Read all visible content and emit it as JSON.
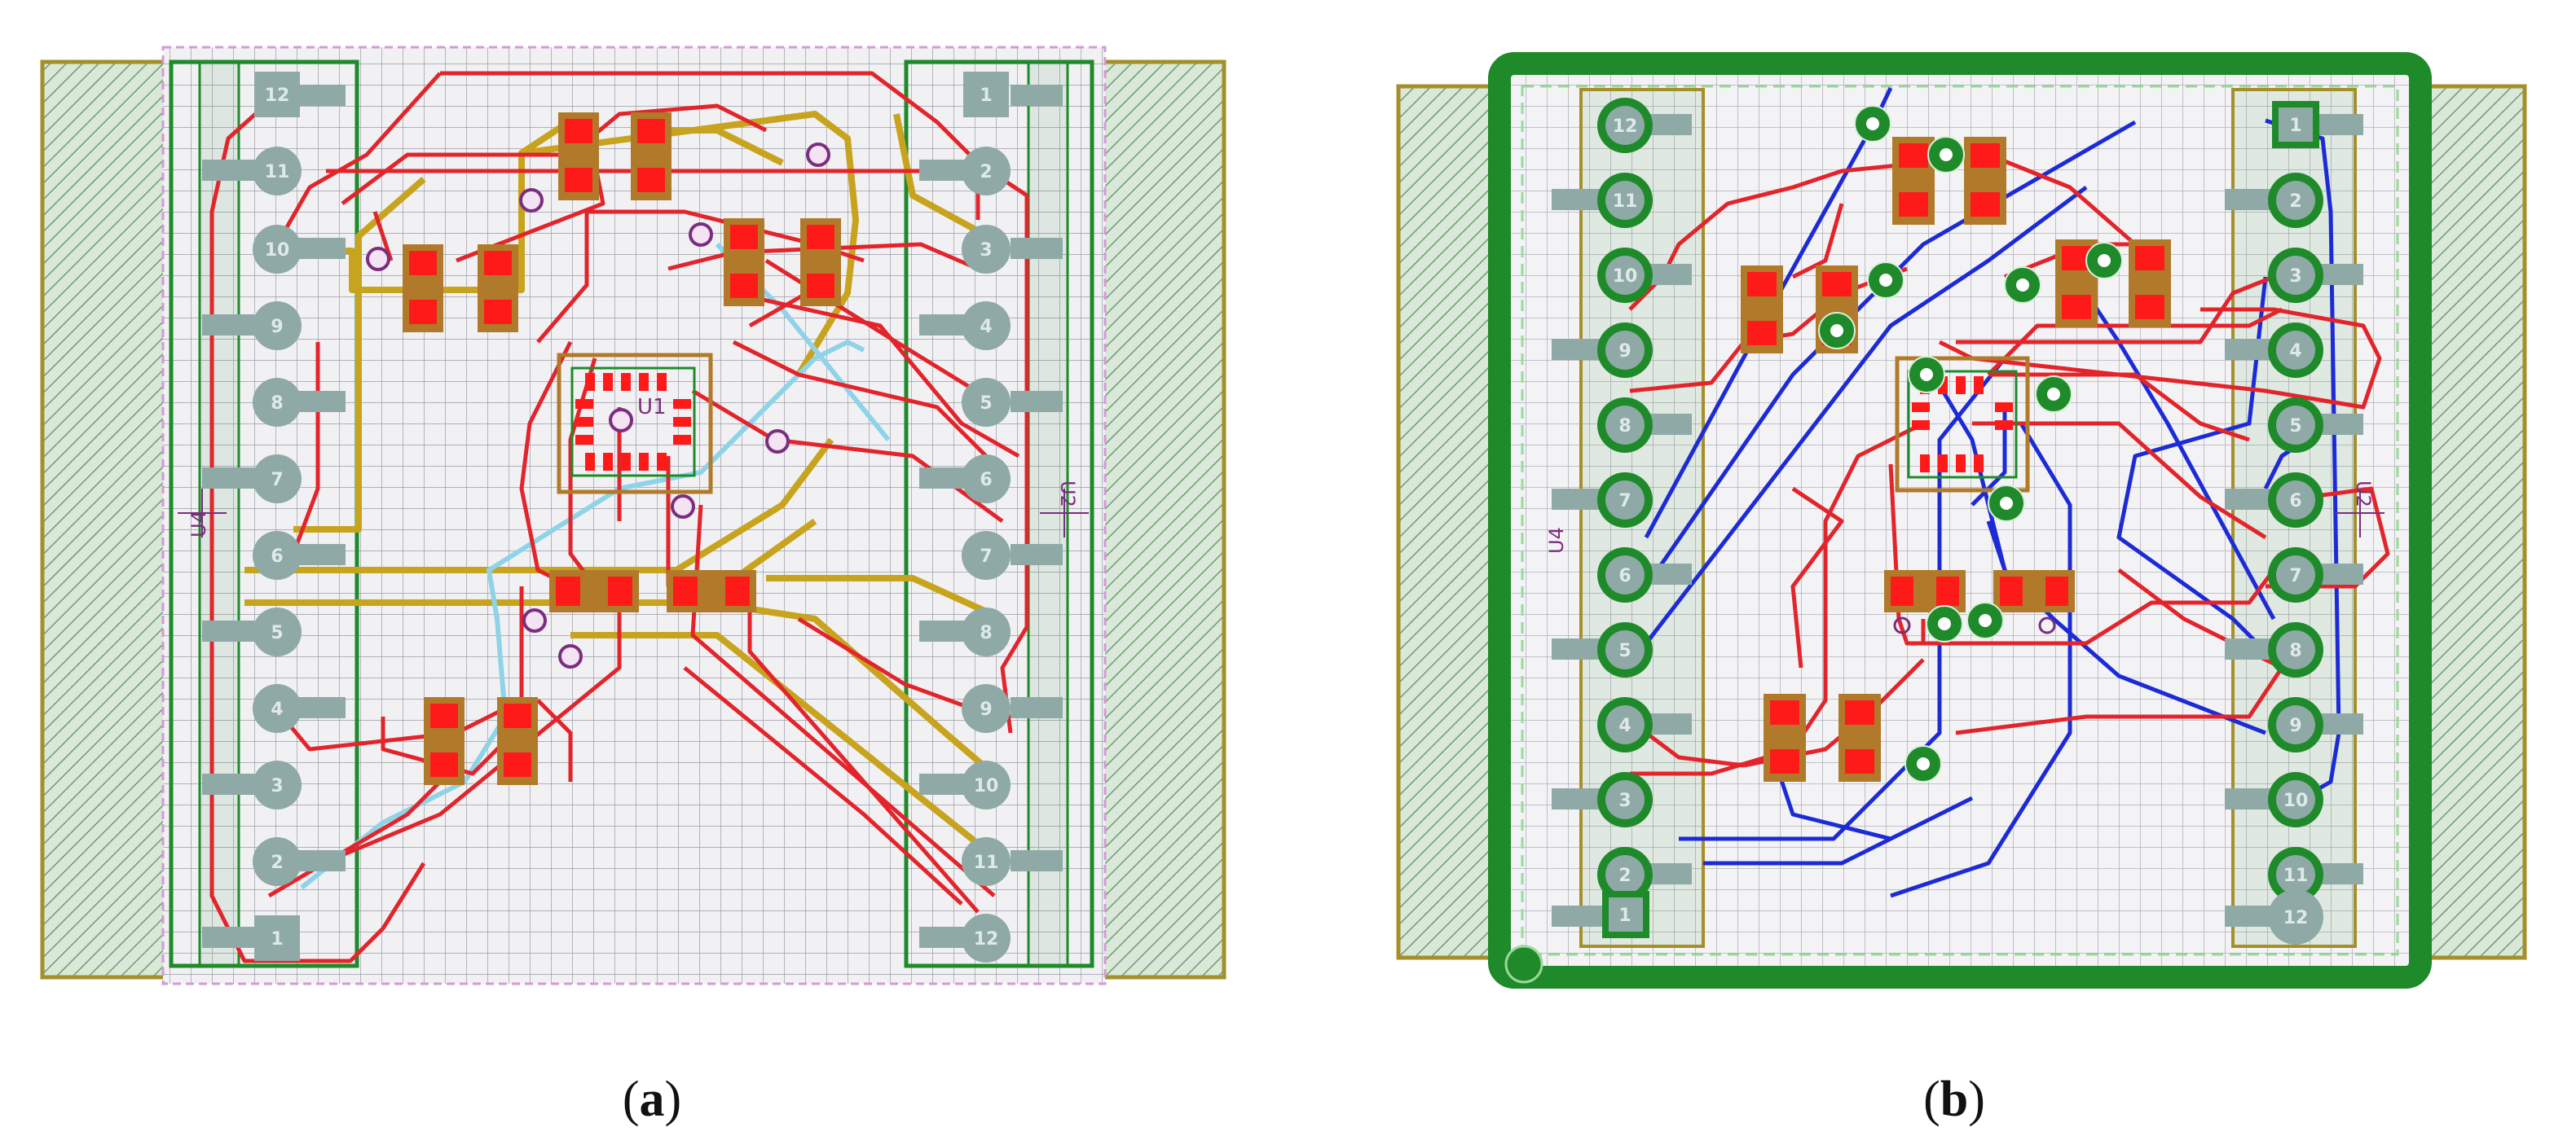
{
  "figure": {
    "panels": [
      {
        "id": "a",
        "caption": {
          "open": "(",
          "letter": "a",
          "close": ")"
        },
        "left_header_pins": [
          "12",
          "11",
          "10",
          "9",
          "8",
          "7",
          "6",
          "5",
          "4",
          "3",
          "2",
          "1"
        ],
        "right_header_pins": [
          "1",
          "2",
          "3",
          "4",
          "5",
          "6",
          "7",
          "8",
          "9",
          "10",
          "11",
          "12"
        ],
        "labels": {
          "left_connector": "U4",
          "chip": "U1",
          "right_connector": "U2"
        }
      },
      {
        "id": "b",
        "caption": {
          "open": "(",
          "letter": "b",
          "close": ")"
        },
        "left_header_pins": [
          "12",
          "11",
          "10",
          "9",
          "8",
          "7",
          "6",
          "5",
          "4",
          "3",
          "2",
          "1"
        ],
        "right_header_pins": [
          "1",
          "2",
          "3",
          "4",
          "5",
          "6",
          "7",
          "8",
          "9",
          "10",
          "11",
          "12"
        ],
        "labels": {
          "left_connector": "U4",
          "right_connector": "U2"
        }
      }
    ],
    "colors": {
      "top_trace": "#e3242b",
      "bottom_trace": "#1d2bd6",
      "inner_trace_a": "#c8a31e",
      "airwire": "#8fd3e8",
      "board_outline": "#1f8a2a",
      "pad_copper": "#b07a2a",
      "pad_mask": "#ff1a1a",
      "pin": "#8ea9a6",
      "via": "#7b2d7e"
    }
  }
}
